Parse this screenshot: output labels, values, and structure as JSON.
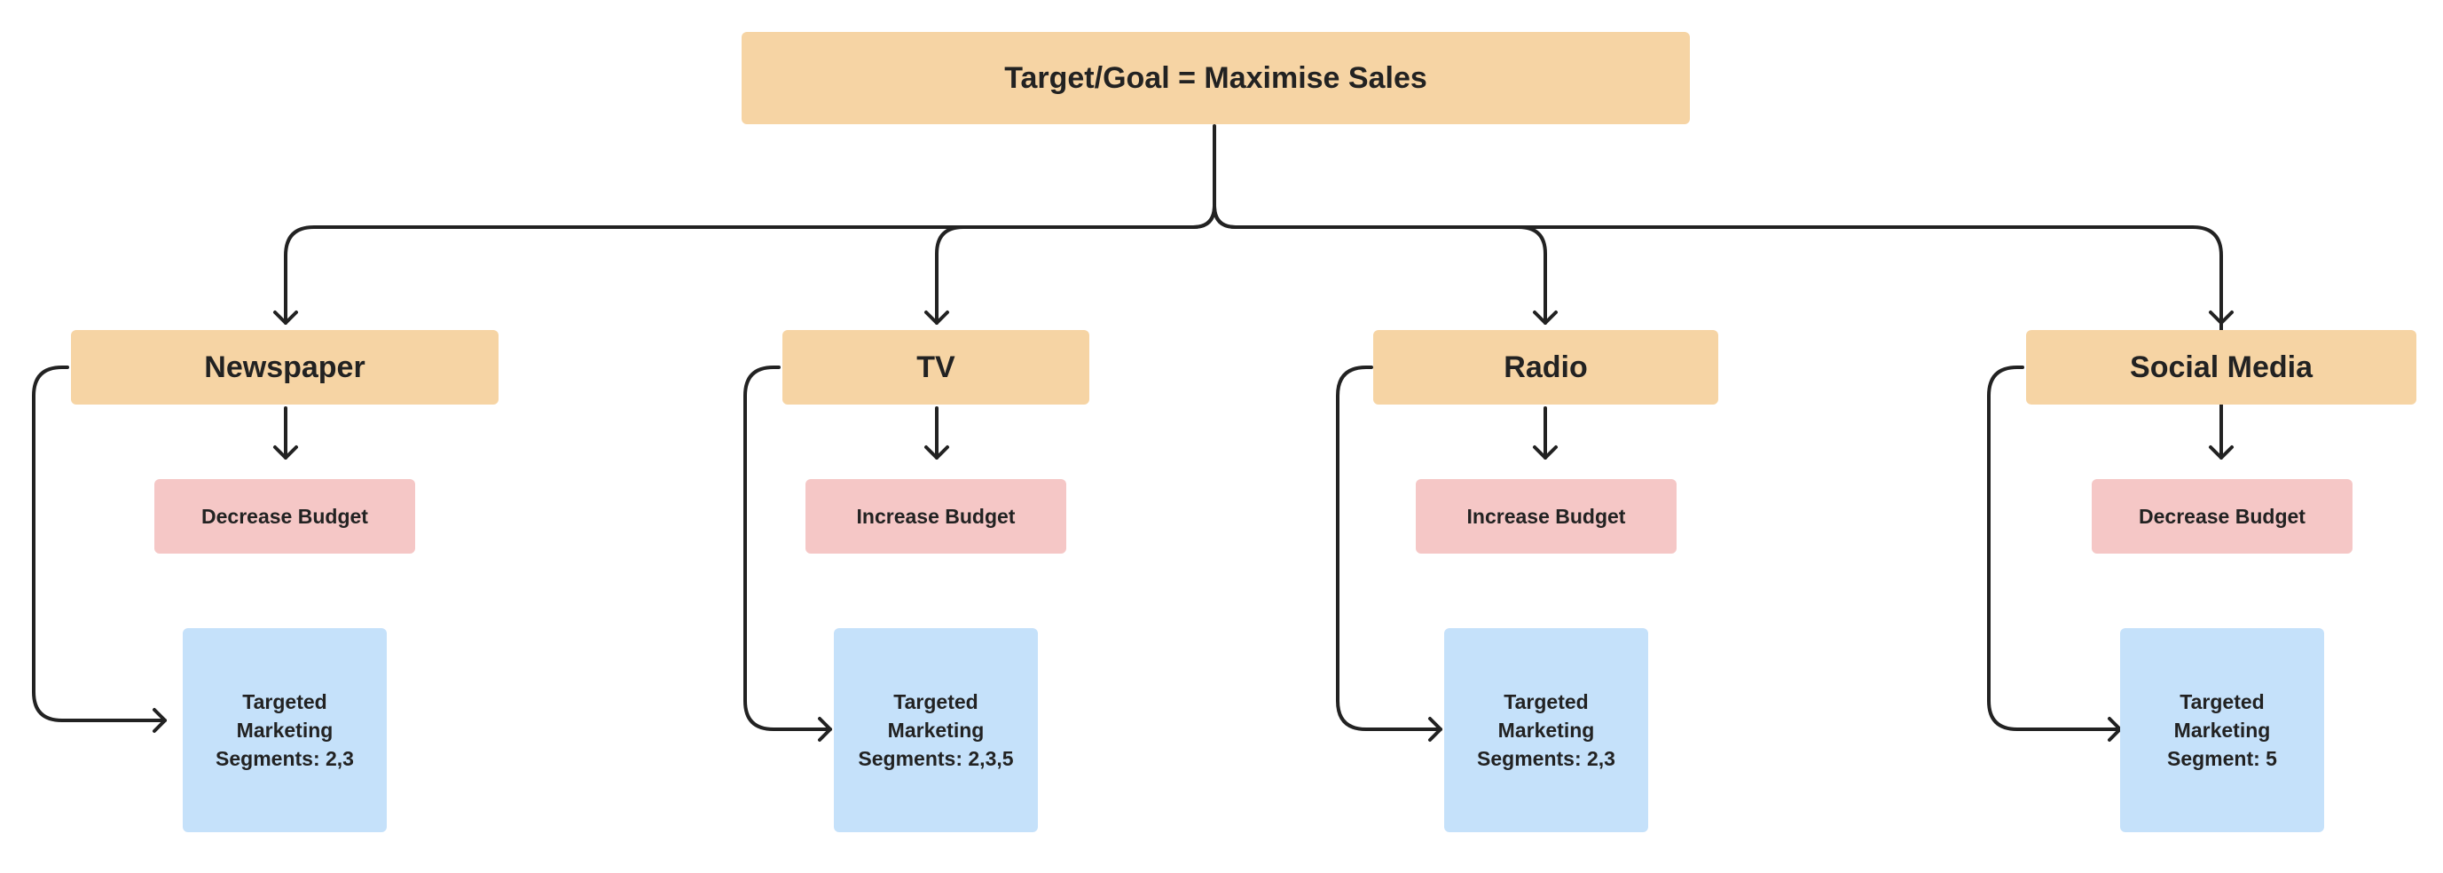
{
  "goal": {
    "label": "Target/Goal = Maximise Sales"
  },
  "channels": [
    {
      "name": "Newspaper",
      "budget": "Decrease Budget",
      "segments": "Targeted\nMarketing\nSegments: 2,3"
    },
    {
      "name": "TV",
      "budget": "Increase Budget",
      "segments": "Targeted\nMarketing\nSegments: 2,3,5"
    },
    {
      "name": "Radio",
      "budget": "Increase Budget",
      "segments": "Targeted\nMarketing\nSegments: 2,3"
    },
    {
      "name": "Social Media",
      "budget": "Decrease Budget",
      "segments": "Targeted\nMarketing\nSegment: 5"
    }
  ],
  "colors": {
    "node_fill": "#f6d4a4",
    "budget_fill": "#f5c7c6",
    "segment_fill": "#c5e1fa",
    "connector": "#222222",
    "text": "#222222"
  }
}
